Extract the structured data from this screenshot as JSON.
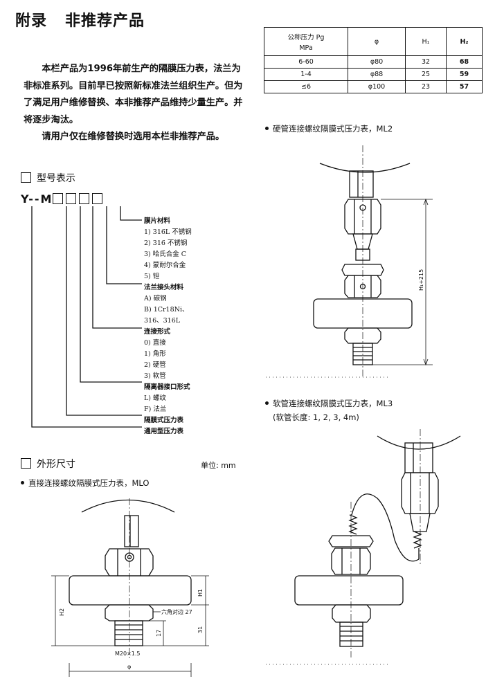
{
  "title": {
    "part1": "附录",
    "part2": "非推荐产品"
  },
  "intro": {
    "p1": "本栏产品为1996年前生产的隔膜压力表，法兰为非标准系列。目前早已按照新标准法兰组织生产。但为了满足用户维修替换、本非推荐产品维持少量生产。并将逐步淘汰。",
    "p2": "请用户仅在维修替换时选用本栏非推荐产品。"
  },
  "model_section": {
    "heading": "型号表示",
    "code_prefix": "Y-",
    "code_sep": "-M",
    "tree": [
      {
        "text": "膜片材料",
        "bold": true
      },
      {
        "text": "1) 316L 不锈钢"
      },
      {
        "text": "2) 316 不锈钢"
      },
      {
        "text": "3) 哈氏合金 C"
      },
      {
        "text": "4) 蒙耐尔合金"
      },
      {
        "text": "5) 钽"
      },
      {
        "text": "法兰接头材料",
        "bold": true
      },
      {
        "text": "A) 碳钢"
      },
      {
        "text": "B) 1Cr18Ni、"
      },
      {
        "text": "316、316L"
      },
      {
        "text": "连接形式",
        "bold": true
      },
      {
        "text": "0) 直接"
      },
      {
        "text": "1) 角形"
      },
      {
        "text": "2) 硬管"
      },
      {
        "text": "3) 软管"
      },
      {
        "text": "隔离器接口形式",
        "bold": true
      },
      {
        "text": "L) 螺纹"
      },
      {
        "text": "F) 法兰"
      },
      {
        "text": "隔膜式压力表",
        "bold": true
      },
      {
        "text": "通用型压力表",
        "bold": true
      }
    ]
  },
  "dimension_section": {
    "heading": "外形尺寸",
    "unit": "单位: mm",
    "mlo_caption": "直接连接螺纹隔膜式压力表，MLO",
    "mlo_labels": {
      "h1": "H1",
      "h2": "H2",
      "hex": "六角对边 27",
      "d17": "17",
      "d31": "31",
      "thread": "M20×1.5",
      "phi": "φ"
    }
  },
  "spec_table": {
    "headers": [
      "公称压力 Pg",
      "MPa",
      "φ",
      "H₁",
      "H₂"
    ],
    "rows": [
      [
        "6-60",
        "φ80",
        "32",
        "68"
      ],
      [
        "1-4",
        "φ88",
        "25",
        "59"
      ],
      [
        "≤6",
        "φ100",
        "23",
        "57"
      ]
    ]
  },
  "ml2": {
    "caption": "硬管连接螺纹隔膜式压力表，ML2",
    "dim_label": "H₁+215"
  },
  "ml3": {
    "caption": "软管连接螺纹隔膜式压力表，ML3",
    "subcaption": "(软管长度: 1, 2, 3, 4m)"
  }
}
